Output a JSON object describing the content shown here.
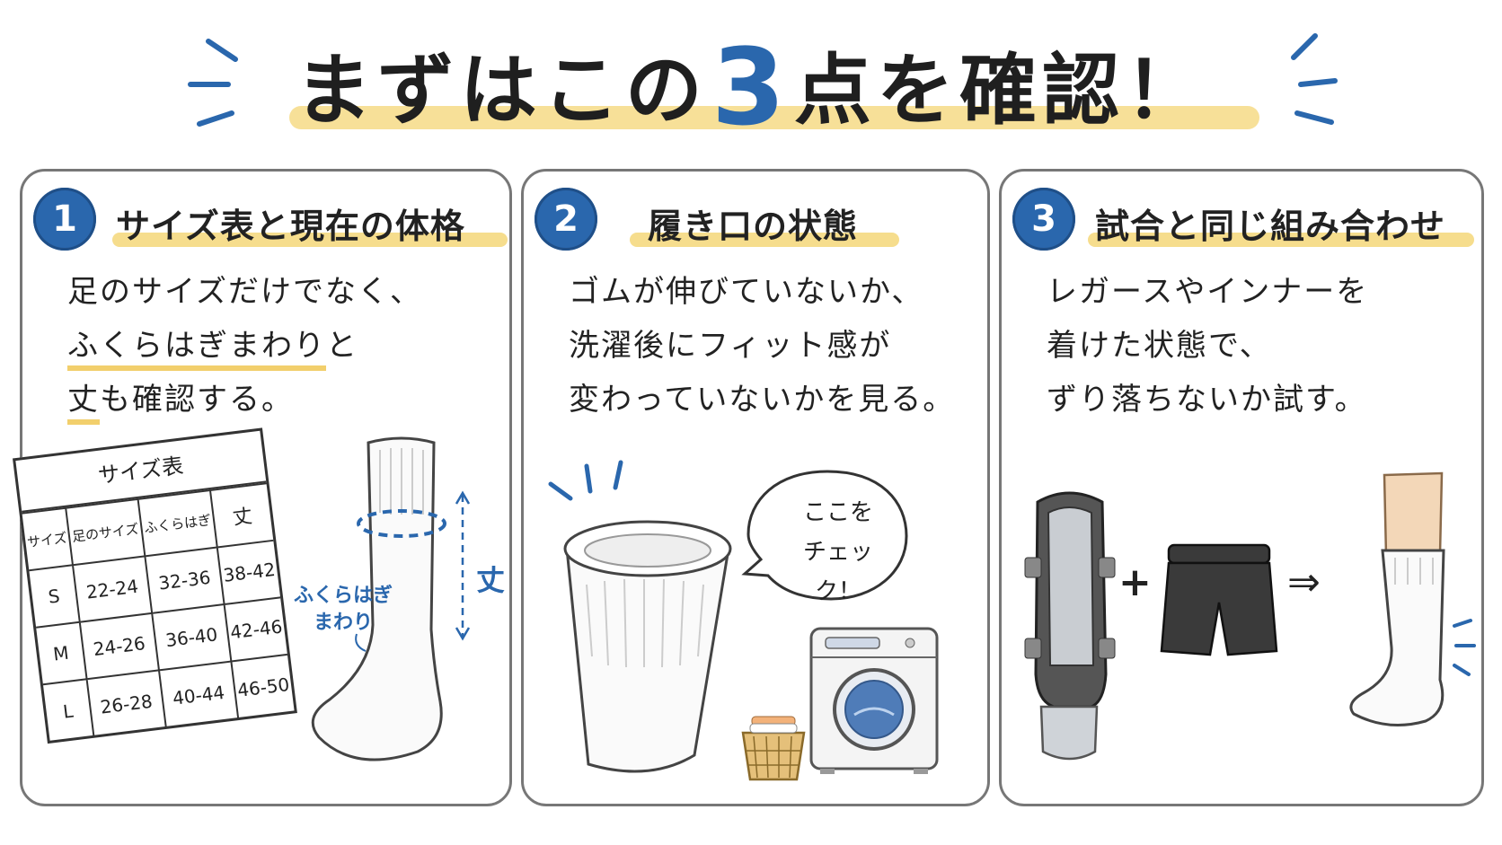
{
  "title": {
    "prefix": "まずはこの",
    "number": "3",
    "suffix": "点を確認！"
  },
  "colors": {
    "accent": "#2a67ad",
    "highlight": "#f6dd8d",
    "border": "#777777"
  },
  "cards": [
    {
      "number": "1",
      "heading": "サイズ表と現在の体格",
      "line1": "足のサイズだけでなく、",
      "line2_highlight": "ふくらはぎまわり",
      "line2_rest": "と",
      "line3_highlight": "丈",
      "line3_rest": "も確認する。",
      "size_table": {
        "title": "サイズ表",
        "headers": [
          "サイズ",
          "足のサイズ",
          "ふくらはぎ",
          "丈"
        ],
        "rows": [
          [
            "S",
            "22-24",
            "32-36",
            "38-42"
          ],
          [
            "M",
            "24-26",
            "36-40",
            "42-46"
          ],
          [
            "L",
            "26-28",
            "40-44",
            "46-50"
          ]
        ]
      },
      "calf_label_1": "ふくらはぎ",
      "calf_label_2": "まわり",
      "length_label": "丈"
    },
    {
      "number": "2",
      "heading": "履き口の状態",
      "line1": "ゴムが伸びていないか、",
      "line2": "洗濯後にフィット感が",
      "line3": "変わっていないかを見る。",
      "bubble_1": "ここを",
      "bubble_2": "チェック！"
    },
    {
      "number": "3",
      "heading": "試合と同じ組み合わせ",
      "line1": "レガースやインナーを",
      "line2": "着けた状態で、",
      "line3": "ずり落ちないか試す。",
      "plus": "+",
      "arrow": "⇒"
    }
  ],
  "icons": [
    "sock-icon",
    "shin-guard-icon",
    "inner-shorts-icon",
    "washing-machine-icon",
    "laundry-basket-icon",
    "leg-with-sock-icon"
  ]
}
